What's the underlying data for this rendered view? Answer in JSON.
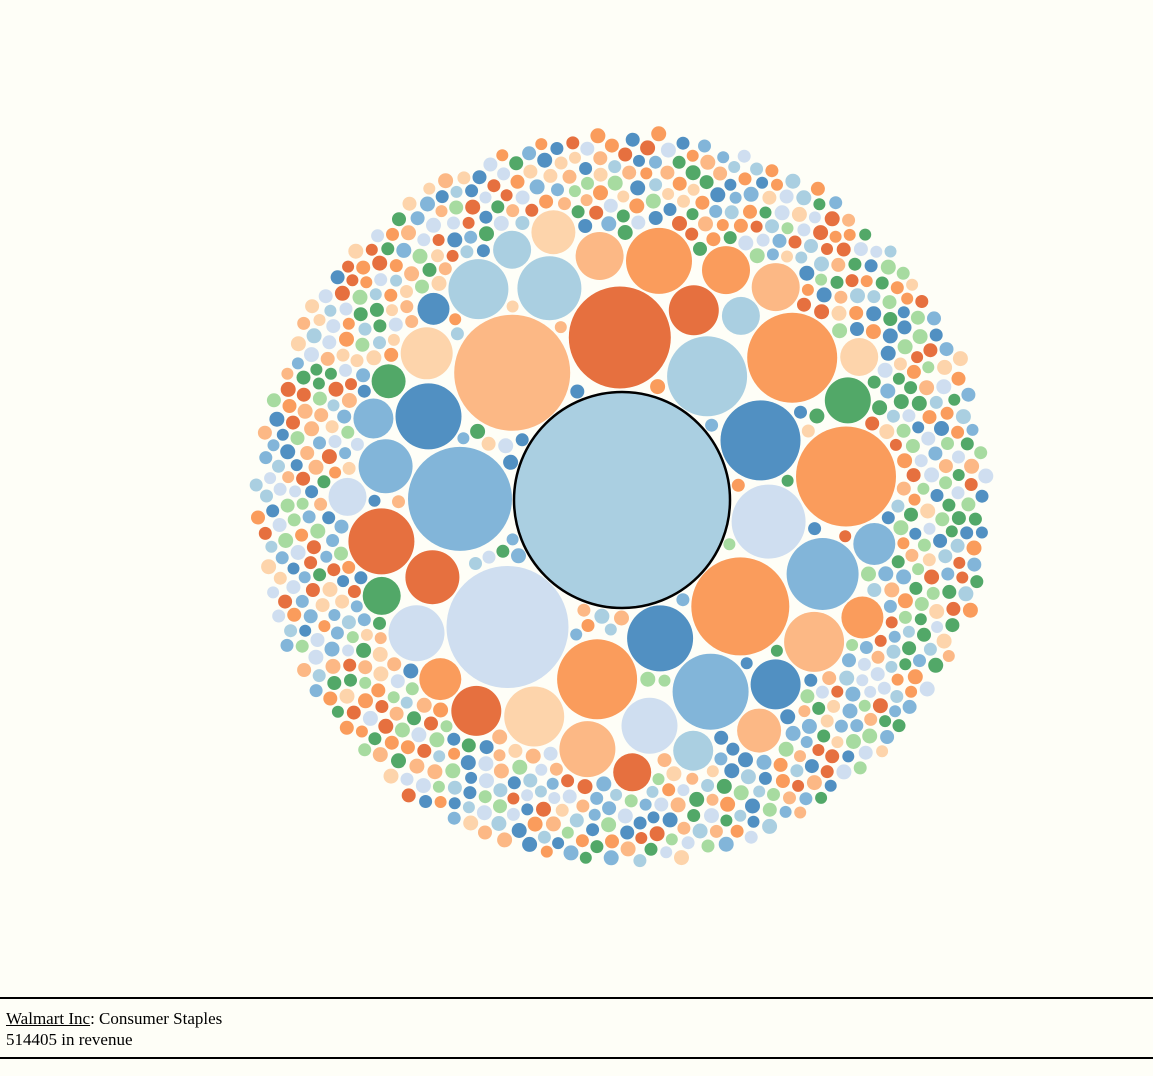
{
  "info": {
    "company": "Walmart Inc",
    "separator": ": ",
    "sector": "Consumer Staples",
    "revenue_value": "514405",
    "revenue_suffix": " in revenue"
  },
  "chart_data": {
    "type": "bubble",
    "title": "",
    "palette": {
      "orange_dark": "#e6703f",
      "orange_mid": "#fa9c5c",
      "orange_light": "#fcb885",
      "peach": "#fdd4ab",
      "green_dark": "#52a868",
      "green_light": "#a7dba0",
      "blue_dark": "#5190c2",
      "blue_mid": "#82b5d9",
      "blue_light": "#aacfe1",
      "blue_pale": "#cfdef0",
      "highlight_stroke": "#000000"
    },
    "selected": {
      "company": "Walmart Inc",
      "sector": "Consumer Staples",
      "revenue": 514405
    },
    "bubbles": [
      {
        "c": "blue_light",
        "r": 108,
        "h": true
      },
      {
        "c": "orange_light",
        "r": 58
      },
      {
        "c": "orange_dark",
        "r": 51
      },
      {
        "c": "blue_light",
        "r": 40
      },
      {
        "c": "blue_dark",
        "r": 40
      },
      {
        "c": "blue_mid",
        "r": 52
      },
      {
        "c": "blue_pale",
        "r": 37
      },
      {
        "c": "orange_mid",
        "r": 49
      },
      {
        "c": "blue_dark",
        "r": 33
      },
      {
        "c": "blue_pale",
        "r": 61
      },
      {
        "c": "orange_mid",
        "r": 40
      },
      {
        "c": "orange_mid",
        "r": 50
      },
      {
        "c": "blue_mid",
        "r": 38
      },
      {
        "c": "orange_mid",
        "r": 45
      },
      {
        "c": "blue_mid",
        "r": 36
      },
      {
        "c": "blue_dark",
        "r": 33
      },
      {
        "c": "orange_dark",
        "r": 25
      },
      {
        "c": "orange_dark",
        "r": 27
      },
      {
        "c": "blue_light",
        "r": 32
      },
      {
        "c": "blue_pale",
        "r": 28
      },
      {
        "c": "blue_light",
        "r": 19
      },
      {
        "c": "peach",
        "r": 30
      },
      {
        "c": "orange_mid",
        "r": 33
      },
      {
        "c": "orange_light",
        "r": 30
      },
      {
        "c": "orange_dark",
        "r": 33
      },
      {
        "c": "blue_mid",
        "r": 27
      },
      {
        "c": "peach",
        "r": 26
      },
      {
        "c": "blue_pale",
        "r": 28
      },
      {
        "c": "blue_dark",
        "r": 25
      },
      {
        "c": "blue_light",
        "r": 30
      },
      {
        "c": "orange_light",
        "r": 24
      },
      {
        "c": "orange_light",
        "r": 28
      },
      {
        "c": "green_dark",
        "r": 23
      },
      {
        "c": "orange_mid",
        "r": 24
      },
      {
        "c": "orange_dark",
        "r": 25
      },
      {
        "c": "orange_light",
        "r": 24
      },
      {
        "c": "orange_mid",
        "r": 21
      },
      {
        "c": "blue_mid",
        "r": 21
      },
      {
        "c": "green_dark",
        "r": 19
      },
      {
        "c": "blue_light",
        "r": 20
      },
      {
        "c": "blue_mid",
        "r": 20
      },
      {
        "c": "orange_light",
        "r": 22
      },
      {
        "c": "orange_mid",
        "r": 21
      },
      {
        "c": "green_dark",
        "r": 17
      },
      {
        "c": "blue_dark",
        "r": 16
      },
      {
        "c": "peach",
        "r": 22
      },
      {
        "c": "blue_light",
        "r": 19
      },
      {
        "c": "blue_pale",
        "r": 19
      },
      {
        "c": "orange_dark",
        "r": 19
      },
      {
        "c": "peach",
        "r": 19
      }
    ],
    "small_bubble_count": 780,
    "small_bubble_colors": [
      "orange_dark",
      "orange_mid",
      "orange_light",
      "peach",
      "green_dark",
      "green_light",
      "blue_dark",
      "blue_mid",
      "blue_light",
      "blue_pale"
    ]
  }
}
